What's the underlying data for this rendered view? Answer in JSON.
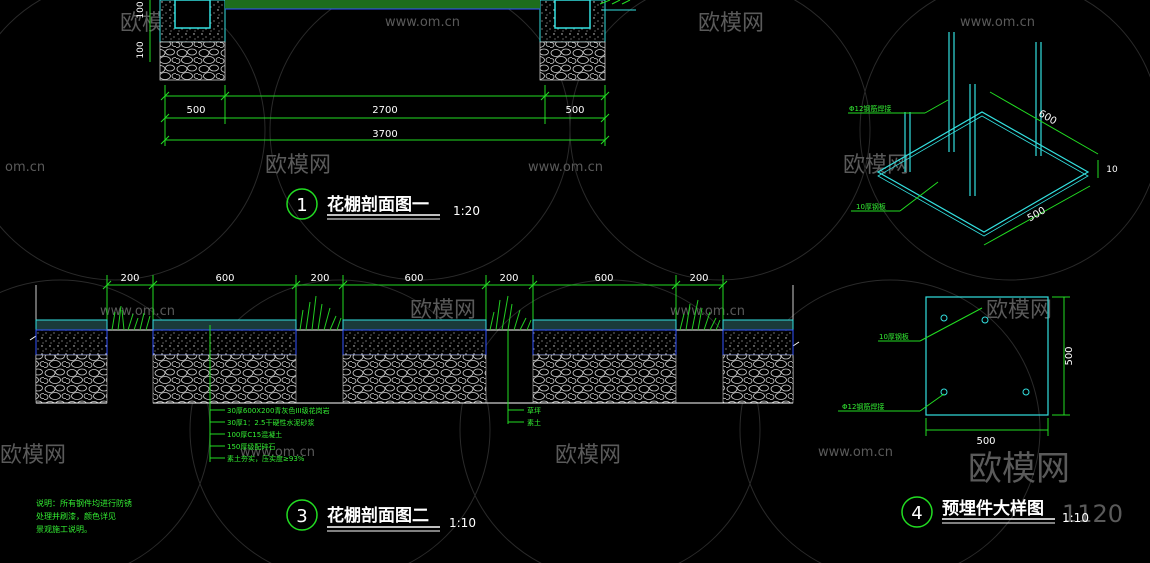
{
  "watermark": {
    "brand": "欧模网",
    "url": "www.om.cn",
    "url_short": "om.cn",
    "id_fragment": "1120"
  },
  "section1": {
    "number": "1",
    "title": "花棚剖面图一",
    "scale": "1:20",
    "dims": [
      "500",
      "2700",
      "500",
      "3700"
    ],
    "side_dims": [
      "100",
      "100"
    ]
  },
  "section3": {
    "number": "3",
    "title": "花棚剖面图二",
    "scale": "1:10",
    "dims": [
      "200",
      "600",
      "200",
      "600",
      "200",
      "600",
      "200"
    ],
    "callouts_left": [
      "30厚600X200青灰色III级花岗岩",
      "30厚1：2.5干硬性水泥砂浆",
      "100厚C15混凝土",
      "150厚级配碎石",
      "素土夯实，压实度≥93%"
    ],
    "callouts_right": [
      "草坪",
      "素土"
    ]
  },
  "section4": {
    "number": "4",
    "title": "预埋件大样图",
    "scale": "1:10",
    "iso_dims": [
      "600",
      "10",
      "500"
    ],
    "iso_labels": [
      "Φ12钢筋焊接",
      "10厚钢板"
    ],
    "plan_dims": [
      "500",
      "500"
    ],
    "plan_labels": [
      "10厚钢板",
      "Φ12钢筋焊接"
    ]
  },
  "note": [
    "说明：所有钢件均进行防锈",
    "处理并刷漆，颜色详见",
    "景观施工说明。"
  ],
  "colors": {
    "background": "#000000",
    "cyan": "#33e0e0",
    "green": "#22dd22",
    "blue": "#3355ff",
    "white": "#ffffff"
  }
}
